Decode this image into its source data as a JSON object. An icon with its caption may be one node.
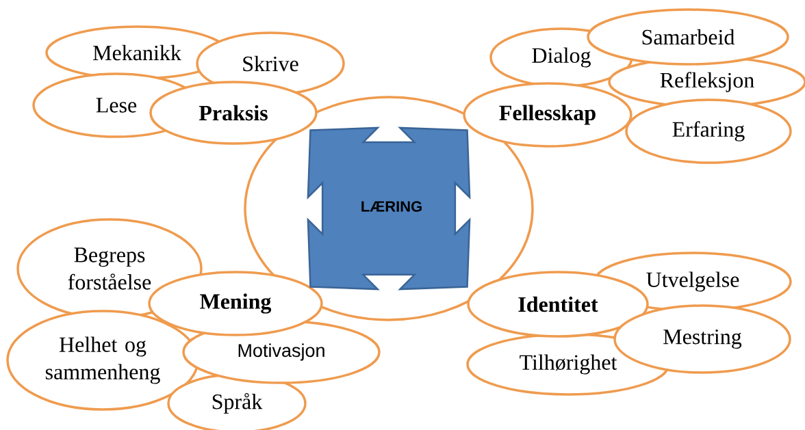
{
  "diagram": {
    "nodes": [
      {
        "text": [
          "Mekanikk"
        ]
      },
      {
        "text": [
          "Skrive"
        ]
      },
      {
        "text": [
          "Lese"
        ]
      },
      {
        "text": [
          "Praksis"
        ]
      },
      {
        "text": [
          "Samarbeid"
        ]
      },
      {
        "text": [
          "Dialog"
        ]
      },
      {
        "text": [
          "Refleksjon"
        ]
      },
      {
        "text": [
          "Fellesskap"
        ]
      },
      {
        "text": [
          "Erfaring"
        ]
      },
      {
        "text": [],
        "shape": "circle"
      },
      {
        "text": [
          "LÆRING"
        ],
        "in": 9
      },
      {
        "text": [
          "Begreps forståelse"
        ]
      },
      {
        "text": [
          "Mening"
        ]
      },
      {
        "text": [
          "Utvelgelse"
        ]
      },
      {
        "text": [
          "Identitet"
        ]
      },
      {
        "text": [
          "Helhet og sammenheng"
        ]
      },
      {
        "text": [
          "Motivasjon"
        ]
      },
      {
        "text": [
          "Mestring"
        ]
      },
      {
        "text": [
          "Tilhørighet"
        ]
      },
      {
        "text": [
          "Språk"
        ]
      }
    ]
  }
}
